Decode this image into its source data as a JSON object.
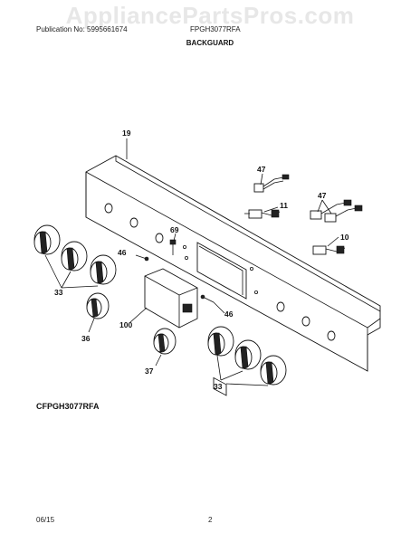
{
  "watermark": "AppliancePartsPros.com",
  "header": {
    "publication": "Publication No: 5995661674",
    "model": "FPGH3077RFA",
    "section_title": "BACKGUARD"
  },
  "callouts": {
    "c19": "19",
    "c47a": "47",
    "c11": "11",
    "c47b": "47",
    "c69": "69",
    "c10": "10",
    "c46a": "46",
    "c33a": "33",
    "c46b": "46",
    "c100": "100",
    "c36": "36",
    "c37": "37",
    "c33b": "33"
  },
  "model_reference": "CFPGH3077RFA",
  "footer": {
    "date": "06/15",
    "page": "2"
  }
}
